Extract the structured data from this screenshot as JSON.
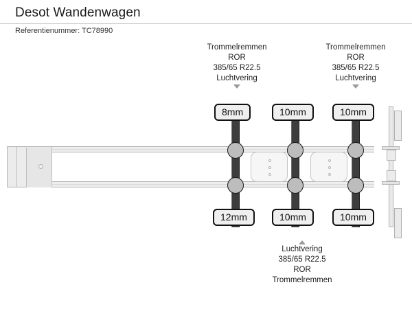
{
  "header": {
    "title": "Desot Wandenwagen",
    "reference_label": "Referentienummer: TC78990"
  },
  "annotations": {
    "top_left": {
      "line1": "Trommelremmen",
      "line2": "ROR",
      "line3": "385/65 R22.5",
      "line4": "Luchtvering"
    },
    "top_right": {
      "line1": "Trommelremmen",
      "line2": "ROR",
      "line3": "385/65 R22.5",
      "line4": "Luchtvering"
    },
    "bottom": {
      "line1": "Luchtvering",
      "line2": "385/65 R22.5",
      "line3": "ROR",
      "line4": "Trommelremmen"
    }
  },
  "tyre_depths": {
    "top": [
      {
        "id": "axle-1-top",
        "value": "8mm"
      },
      {
        "id": "axle-2-top",
        "value": "10mm"
      },
      {
        "id": "axle-3-top",
        "value": "10mm"
      }
    ],
    "bottom": [
      {
        "id": "axle-1-bottom",
        "value": "12mm"
      },
      {
        "id": "axle-2-bottom",
        "value": "10mm"
      },
      {
        "id": "axle-3-bottom",
        "value": "10mm"
      }
    ]
  },
  "colors": {
    "axle": "#3d3d3d",
    "hub": "#bdbdbd",
    "chassis_fill": "#eeeeee",
    "chassis_stroke": "#b4b4b4",
    "badge_border": "#111111",
    "badge_fill": "#efefef",
    "caret": "#9a9a9a",
    "rule": "#c9c9c9"
  }
}
